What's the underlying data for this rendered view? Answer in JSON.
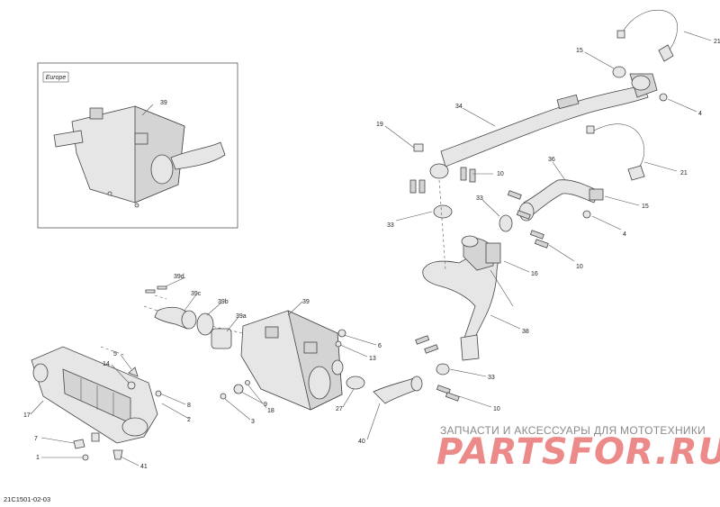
{
  "inset": {
    "region_label": "Europe",
    "part_label": "39"
  },
  "callouts": [
    {
      "id": "c21a",
      "text": "21"
    },
    {
      "id": "c15a",
      "text": "15"
    },
    {
      "id": "c4a",
      "text": "4"
    },
    {
      "id": "c34",
      "text": "34"
    },
    {
      "id": "c19",
      "text": "19"
    },
    {
      "id": "c10a",
      "text": "10"
    },
    {
      "id": "c21b",
      "text": "21"
    },
    {
      "id": "c36",
      "text": "36"
    },
    {
      "id": "c15b",
      "text": "15"
    },
    {
      "id": "c33a",
      "text": "33"
    },
    {
      "id": "c33b",
      "text": "33"
    },
    {
      "id": "c4b",
      "text": "4"
    },
    {
      "id": "c10b",
      "text": "10"
    },
    {
      "id": "c16",
      "text": "16"
    },
    {
      "id": "c38",
      "text": "38"
    },
    {
      "id": "c39d",
      "text": "39d"
    },
    {
      "id": "c39c",
      "text": "39c"
    },
    {
      "id": "c39b",
      "text": "39b"
    },
    {
      "id": "c39a",
      "text": "39a"
    },
    {
      "id": "c39",
      "text": "39"
    },
    {
      "id": "c6",
      "text": "6"
    },
    {
      "id": "c13",
      "text": "13"
    },
    {
      "id": "c5",
      "text": "5"
    },
    {
      "id": "c14",
      "text": "14"
    },
    {
      "id": "c8",
      "text": "8"
    },
    {
      "id": "c2",
      "text": "2"
    },
    {
      "id": "c17",
      "text": "17"
    },
    {
      "id": "c9",
      "text": "9"
    },
    {
      "id": "c18",
      "text": "18"
    },
    {
      "id": "c3",
      "text": "3"
    },
    {
      "id": "c27",
      "text": "27"
    },
    {
      "id": "c33c",
      "text": "33"
    },
    {
      "id": "c10c",
      "text": "10"
    },
    {
      "id": "c40",
      "text": "40"
    },
    {
      "id": "c7",
      "text": "7"
    },
    {
      "id": "c1",
      "text": "1"
    },
    {
      "id": "c41",
      "text": "41"
    }
  ],
  "watermark": {
    "tagline": "ЗАПЧАСТИ И АКСЕССУАРЫ ДЛЯ МОТОТЕХНИКИ",
    "brand": "PARTSFOR.RU"
  },
  "diagram_code": "21C1501-02-03",
  "colors": {
    "watermark_brand": "#ec8a8a",
    "watermark_text": "#8a8a8a",
    "line": "#444444"
  }
}
